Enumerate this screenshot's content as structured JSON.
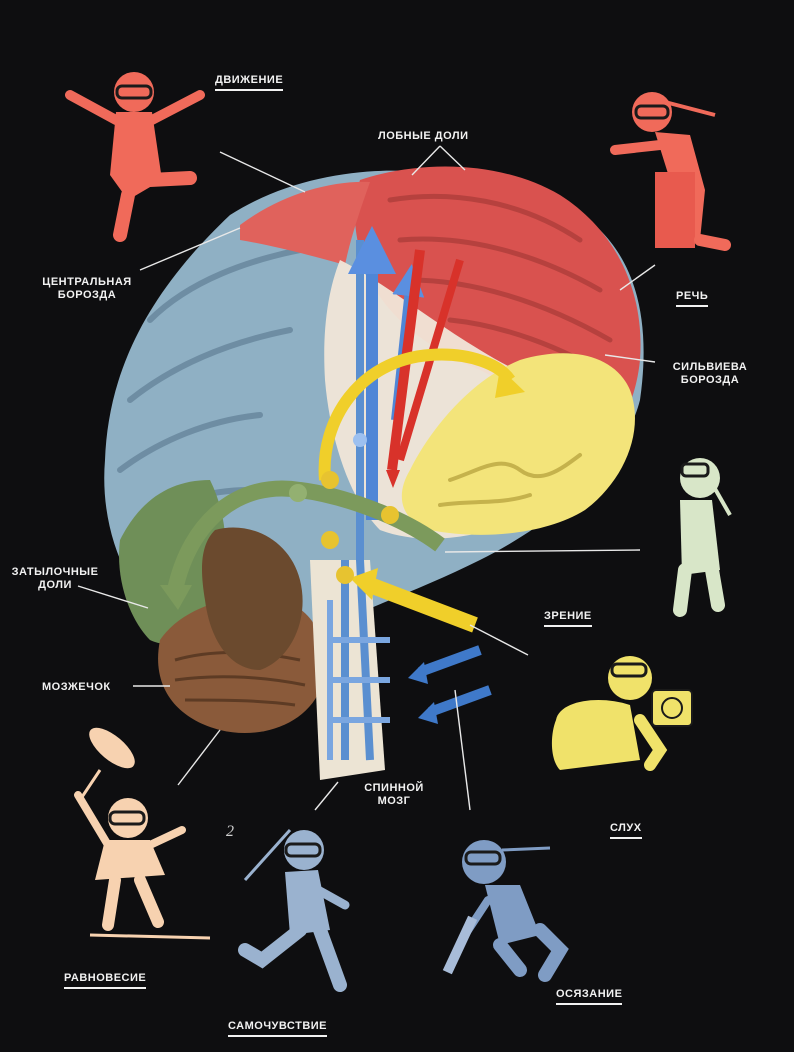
{
  "labels": {
    "movement": "ДВИЖЕНИЕ",
    "frontal_lobes": "ЛОБНЫЕ ДОЛИ",
    "central_sulcus_1": "ЦЕНТРАЛЬНАЯ",
    "central_sulcus_2": "БОРОЗДА",
    "speech": "РЕЧЬ",
    "sylvian_1": "СИЛЬВИЕВА",
    "sylvian_2": "БОРОЗДА",
    "occipital_1": "ЗАТЫЛОЧНЫЕ",
    "occipital_2": "ДОЛИ",
    "vision": "ЗРЕНИЕ",
    "cerebellum": "МОЗЖЕЧОК",
    "spinal_1": "СПИННОЙ",
    "spinal_2": "МОЗГ",
    "hearing": "СЛУХ",
    "balance": "РАВНОВЕСИЕ",
    "touch": "ОСЯЗАНИЕ",
    "wellbeing": "САМОЧУВСТВИЕ",
    "page_mark": "2"
  },
  "colors": {
    "background": "#0e0e10",
    "frontal": "#d9524f",
    "parietal_blue": "#8fb0c4",
    "temporal_yellow": "#f3e47a",
    "occipital_green": "#6f8f58",
    "cerebellum_brown": "#8a5a3a",
    "spinal_blue": "#5a8fd0",
    "arrow_red": "#d8322a",
    "arrow_yellow": "#f0cf2a",
    "arrow_blue": "#3f79c9",
    "arrow_green": "#7c9a5c",
    "text": "#f2f2f2"
  },
  "figures": [
    {
      "name": "movement-figure",
      "color": "#f06a5a"
    },
    {
      "name": "speech-figure",
      "color": "#f06a5a"
    },
    {
      "name": "vision-figure",
      "color": "#d8e6c8"
    },
    {
      "name": "hearing-figure",
      "color": "#f0e26a"
    },
    {
      "name": "balance-figure",
      "color": "#f7d2b0"
    },
    {
      "name": "wellbeing-figure",
      "color": "#9ab2cf"
    },
    {
      "name": "touch-figure",
      "color": "#7f9cc4"
    }
  ]
}
